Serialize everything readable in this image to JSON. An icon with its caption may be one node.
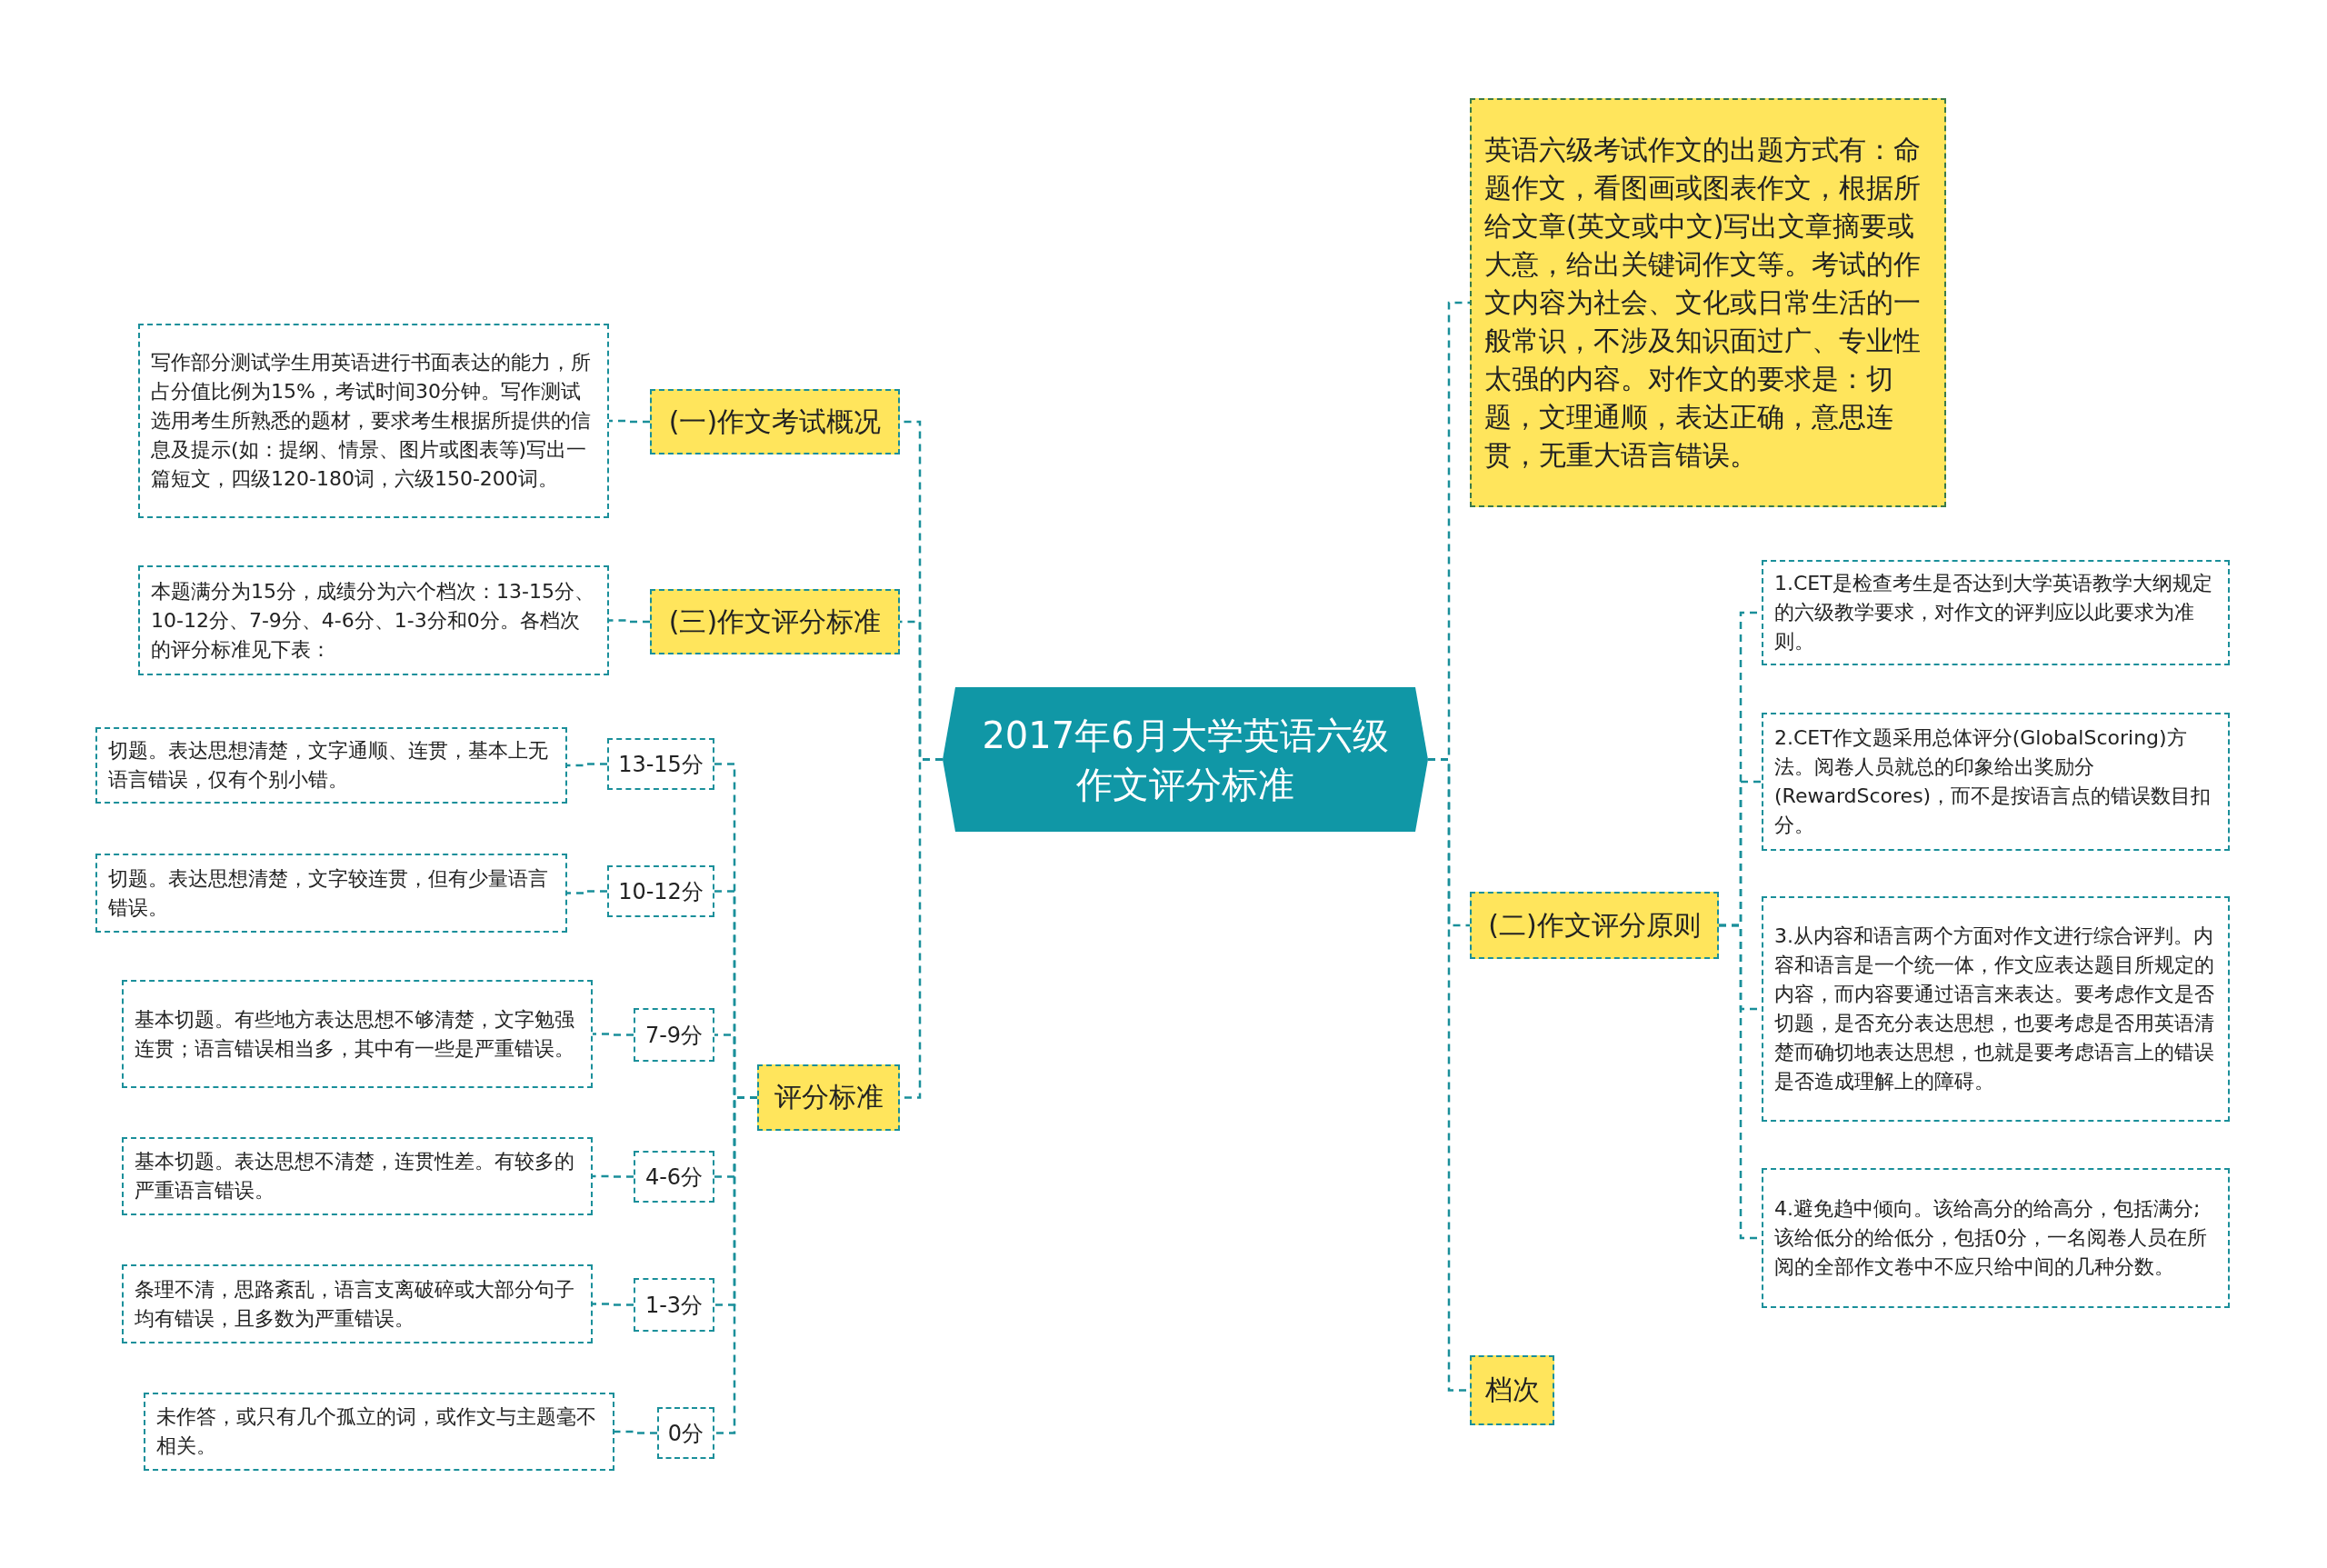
{
  "diagram": {
    "nodes": [
      {
        "text": [
          "2017年6月大学英语六级作文评分标准"
        ]
      },
      {
        "text": [
          "(一)作文考试概况"
        ]
      },
      {
        "text": [
          "写作部分测试学生用英语进行书面表达的能力，所占分值比例为15%，考试时间30分钟。写作测试选用考生所熟悉的题材，要求考生根据所提供的信息及提示(如：提纲、情景、图片或图表等)写出一篇短文，四级120-180词，六级150-200词。"
        ]
      },
      {
        "text": [
          "(三)作文评分标准"
        ]
      },
      {
        "text": [
          "本题满分为15分，成绩分为六个档次：13-15分、10-12分、7-9分、4-6分、1-3分和0分。各档次的评分标准见下表："
        ]
      },
      {
        "text": [
          "评分标准"
        ]
      },
      {
        "text": [
          "13-15分"
        ]
      },
      {
        "text": [
          "切题。表达思想清楚，文字通顺、连贯，基本上无语言错误，仅有个别小错。"
        ]
      },
      {
        "text": [
          "10-12分"
        ]
      },
      {
        "text": [
          "切题。表达思想清楚，文字较连贯，但有少量语言错误。"
        ]
      },
      {
        "text": [
          "7-9分"
        ]
      },
      {
        "text": [
          "基本切题。有些地方表达思想不够清楚，文字勉强连贯；语言错误相当多，其中有一些是严重错误。"
        ]
      },
      {
        "text": [
          "4-6分"
        ]
      },
      {
        "text": [
          "基本切题。表达思想不清楚，连贯性差。有较多的严重语言错误。"
        ]
      },
      {
        "text": [
          "1-3分"
        ]
      },
      {
        "text": [
          "条理不清，思路紊乱，语言支离破碎或大部分句子均有错误，且多数为严重错误。"
        ]
      },
      {
        "text": [
          "0分"
        ]
      },
      {
        "text": [
          "未作答，或只有几个孤立的词，或作文与主题毫不相关。"
        ]
      },
      {
        "text": [
          "英语六级考试作文的出题方式有：命题作文，看图画或图表作文，根据所给文章(英文或中文)写出文章摘要或大意，给出关键词作文等。考试的作文内容为社会、文化或日常生活的一般常识，不涉及知识面过广、专业性太强的内容。对作文的要求是：切题，文理通顺，表达正确，意思连贯，无重大语言错误。"
        ]
      },
      {
        "text": [
          "(二)作文评分原则"
        ]
      },
      {
        "text": [
          "1.CET是检查考生是否达到大学英语教学大纲规定的六级教学要求，对作文的评判应以此要求为准则。"
        ]
      },
      {
        "text": [
          "2.CET作文题采用总体评分(GlobalScoring)方法。阅卷人员就总的印象给出奖励分(RewardScores)，而不是按语言点的错误数目扣分。"
        ]
      },
      {
        "text": [
          "3.从内容和语言两个方面对作文进行综合评判。内容和语言是一个统一体，作文应表达题目所规定的内容，而内容要通过语言来表达。要考虑作文是否切题，是否充分表达思想，也要考虑是否用英语清楚而确切地表达思想，也就是要考虑语言上的错误是否造成理解上的障碍。"
        ]
      },
      {
        "text": [
          "4.避免趋中倾向。该给高分的给高分，包括满分;该给低分的给低分，包括0分，一名阅卷人员在所阅的全部作文卷中不应只给中间的几种分数。"
        ]
      },
      {
        "text": [
          "档次"
        ]
      }
    ],
    "edges": [
      {
        "from": 0,
        "to": 1,
        "arrow": "none"
      },
      {
        "from": 1,
        "to": 2,
        "arrow": "none"
      },
      {
        "from": 0,
        "to": 3,
        "arrow": "none"
      },
      {
        "from": 3,
        "to": 4,
        "arrow": "none"
      },
      {
        "from": 0,
        "to": 5,
        "arrow": "none"
      },
      {
        "from": 5,
        "to": 6,
        "arrow": "none"
      },
      {
        "from": 6,
        "to": 7,
        "arrow": "none"
      },
      {
        "from": 5,
        "to": 8,
        "arrow": "none"
      },
      {
        "from": 8,
        "to": 9,
        "arrow": "none"
      },
      {
        "from": 5,
        "to": 10,
        "arrow": "none"
      },
      {
        "from": 10,
        "to": 11,
        "arrow": "none"
      },
      {
        "from": 5,
        "to": 12,
        "arrow": "none"
      },
      {
        "from": 12,
        "to": 13,
        "arrow": "none"
      },
      {
        "from": 5,
        "to": 14,
        "arrow": "none"
      },
      {
        "from": 14,
        "to": 15,
        "arrow": "none"
      },
      {
        "from": 5,
        "to": 16,
        "arrow": "none"
      },
      {
        "from": 16,
        "to": 17,
        "arrow": "none"
      },
      {
        "from": 0,
        "to": 18,
        "arrow": "none"
      },
      {
        "from": 0,
        "to": 19,
        "arrow": "none"
      },
      {
        "from": 19,
        "to": 20,
        "arrow": "none"
      },
      {
        "from": 19,
        "to": 21,
        "arrow": "none"
      },
      {
        "from": 19,
        "to": 22,
        "arrow": "none"
      },
      {
        "from": 19,
        "to": 23,
        "arrow": "none"
      },
      {
        "from": 0,
        "to": 24,
        "arrow": "none"
      }
    ]
  }
}
